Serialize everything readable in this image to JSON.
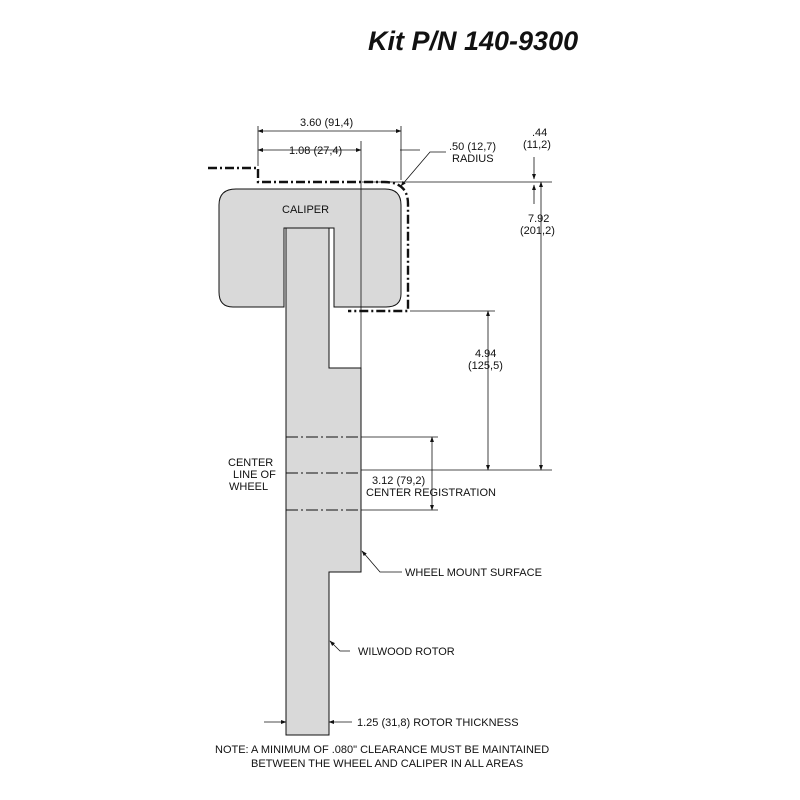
{
  "title": "Kit P/N 140-9300",
  "part": {
    "caliper_label": "CALIPER",
    "rotor_label": "WILWOOD ROTOR",
    "wheel_mount_label": "WHEEL MOUNT SURFACE",
    "centerline_label": [
      "CENTER",
      "LINE OF",
      "WHEEL"
    ]
  },
  "dimensions": {
    "width_overall": "3.60 (91,4)",
    "width_inner": "1.08 (27,4)",
    "radius_value": ".50 (12,7)",
    "radius_word": "RADIUS",
    "clearance_top_in": ".44",
    "clearance_top_mm": "(11,2)",
    "height_overall_in": "7.92",
    "height_overall_mm": "(201,2)",
    "height_mount_in": "4.94",
    "height_mount_mm": "(125,5)",
    "center_registration_value": "3.12 (79,2)",
    "center_registration_word": "CENTER REGISTRATION",
    "rotor_thickness": "1.25 (31,8) ROTOR THICKNESS"
  },
  "note": [
    "NOTE: A MINIMUM OF .080\" CLEARANCE MUST BE MAINTAINED",
    "BETWEEN THE WHEEL AND CALIPER IN ALL AREAS"
  ],
  "colors": {
    "part_fill": "#d9d9d9",
    "line": "#111111"
  }
}
